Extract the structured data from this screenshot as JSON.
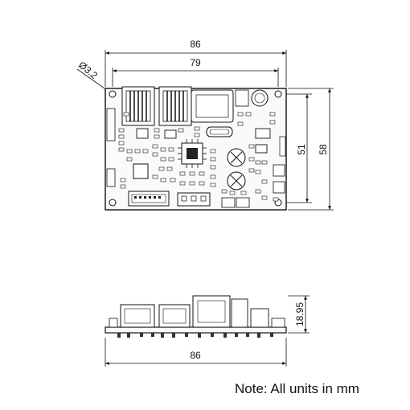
{
  "top_view": {
    "dim_width_outer": "86",
    "dim_width_holes": "79",
    "dim_height_outer": "58",
    "dim_height_holes": "51",
    "dim_hole_diameter": "Ø3.2"
  },
  "side_view": {
    "dim_height": "18.95",
    "dim_width": "86"
  },
  "note": "Note: All units in mm"
}
